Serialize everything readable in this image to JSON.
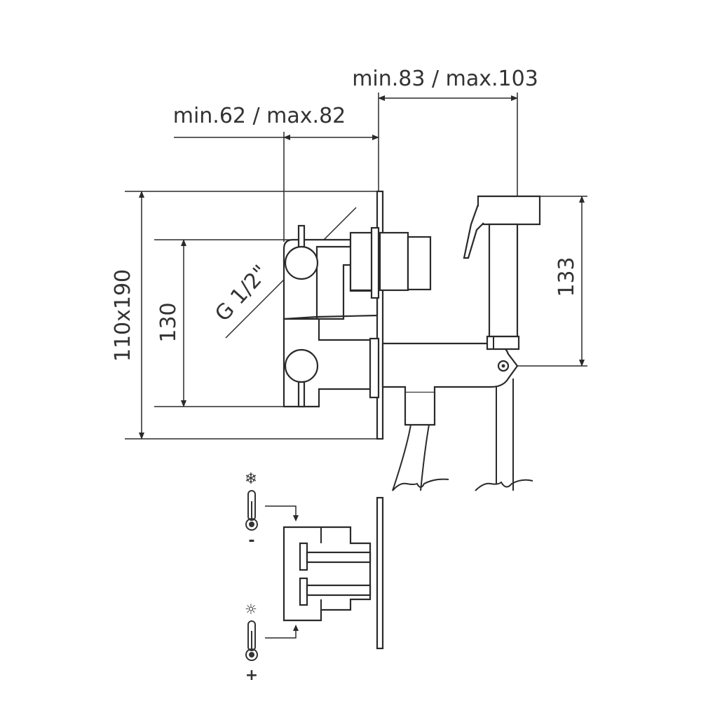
{
  "dimensions": {
    "depth_valve": "min.62 / max.82",
    "depth_holder": "min.83 / max.103",
    "plate_size": "110x190",
    "handle_spacing": "130",
    "holder_height": "133",
    "thread": "G 1/2\""
  },
  "legend": {
    "cold_symbol": "❄",
    "cold_sign": "-",
    "hot_symbol": "☼",
    "hot_sign": "+"
  },
  "colors": {
    "line": "#2a2a2a",
    "text": "#333333",
    "background": "#ffffff"
  }
}
